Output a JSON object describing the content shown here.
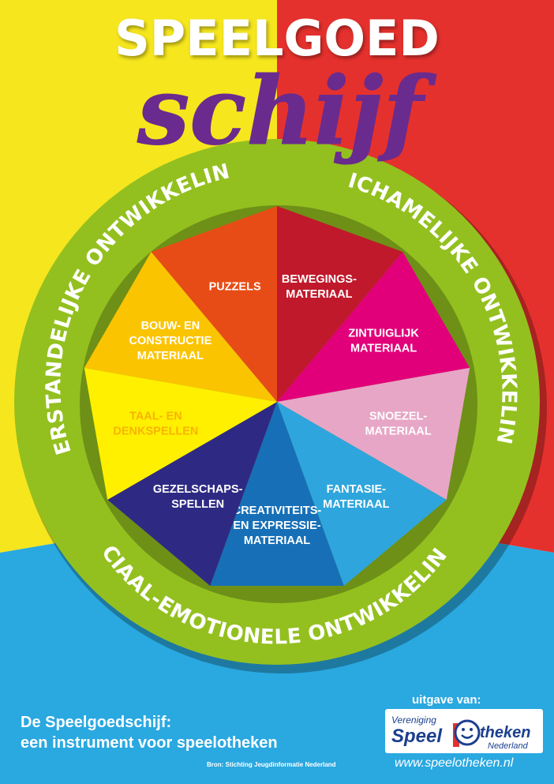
{
  "poster": {
    "title": "SPEELGOED",
    "script_word": "schijf",
    "ring": {
      "top_left": "VERSTANDELIJKE ONTWIKKELING",
      "top_right": "LICHAMELIJKE ONTWIKKELING",
      "bottom": "SOCIAAL-EMOTIONELE ONTWIKKELING"
    },
    "segments": [
      {
        "lines": [
          "BEWEGINGS-",
          "MATERIAAL"
        ],
        "color": "#c0192b",
        "text_color": "#ffffff"
      },
      {
        "lines": [
          "ZINTUIGLIJK",
          "MATERIAAL"
        ],
        "color": "#e2007a",
        "text_color": "#ffffff"
      },
      {
        "lines": [
          "SNOEZEL-",
          "MATERIAAL"
        ],
        "color": "#e7a6c6",
        "text_color": "#ffffff"
      },
      {
        "lines": [
          "FANTASIE-",
          "MATERIAAL"
        ],
        "color": "#2ea6dd",
        "text_color": "#ffffff"
      },
      {
        "lines": [
          "CREATIVITEITS-",
          "EN EXPRESSIE-",
          "MATERIAAL"
        ],
        "color": "#1770b7",
        "text_color": "#ffffff"
      },
      {
        "lines": [
          "GEZELSCHAPS-",
          "SPELLEN"
        ],
        "color": "#2e2a84",
        "text_color": "#ffffff"
      },
      {
        "lines": [
          "TAAL- EN",
          "DENKSPELLEN"
        ],
        "color": "#fff000",
        "text_color": "#f7b400"
      },
      {
        "lines": [
          "BOUW- EN",
          "CONSTRUCTIE",
          "MATERIAAL"
        ],
        "color": "#fbc400",
        "text_color": "#ffffff"
      },
      {
        "lines": [
          "PUZZELS"
        ],
        "color": "#e84c16",
        "text_color": "#ffffff"
      }
    ],
    "colors": {
      "yellow": "#f6e61e",
      "red": "#e5312d",
      "blue": "#2aa8e0",
      "ring_green": "#93c01f",
      "script_purple": "#6a2b8e"
    }
  },
  "footer": {
    "line1": "De Speelgoedschijf:",
    "line2": "een instrument voor speelotheken",
    "source": "Bron: Stichting Jeugdinformatie Nederland",
    "publisher_label": "uitgave van:",
    "logo": {
      "top": "Vereniging",
      "left": "Speel",
      "right": "theken",
      "bottom": "Nederland",
      "icon": "smiley-face-icon"
    },
    "website": "www.speelotheken.nl"
  }
}
